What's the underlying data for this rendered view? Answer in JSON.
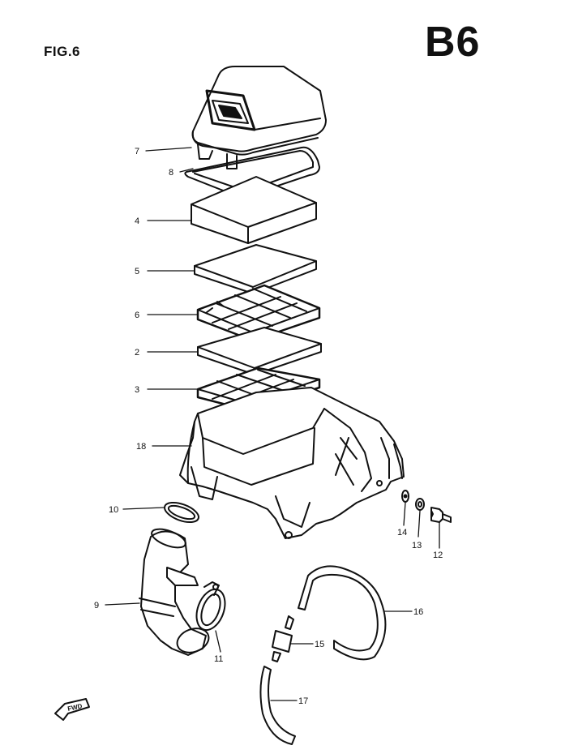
{
  "figure_label": "FIG.6",
  "section_code": "B6",
  "front_marker": "FWD",
  "parts": [
    {
      "id": "7",
      "icon": "air-cleaner-cap"
    },
    {
      "id": "8",
      "icon": "cap-gasket"
    },
    {
      "id": "4",
      "icon": "filter-element"
    },
    {
      "id": "5",
      "icon": "filter-sheet"
    },
    {
      "id": "6",
      "icon": "element-holder"
    },
    {
      "id": "2",
      "icon": "filter-sheet"
    },
    {
      "id": "3",
      "icon": "element-holder"
    },
    {
      "id": "18",
      "icon": "air-cleaner-case"
    },
    {
      "id": "10",
      "icon": "o-ring"
    },
    {
      "id": "9",
      "icon": "outlet-pipe"
    },
    {
      "id": "11",
      "icon": "hose-clamp"
    },
    {
      "id": "14",
      "icon": "washer"
    },
    {
      "id": "13",
      "icon": "washer"
    },
    {
      "id": "12",
      "icon": "bolt"
    },
    {
      "id": "16",
      "icon": "breather-hose"
    },
    {
      "id": "15",
      "icon": "hose-joint"
    },
    {
      "id": "17",
      "icon": "breather-hose"
    }
  ],
  "colors": {
    "ink": "#111111",
    "paper": "#ffffff"
  }
}
